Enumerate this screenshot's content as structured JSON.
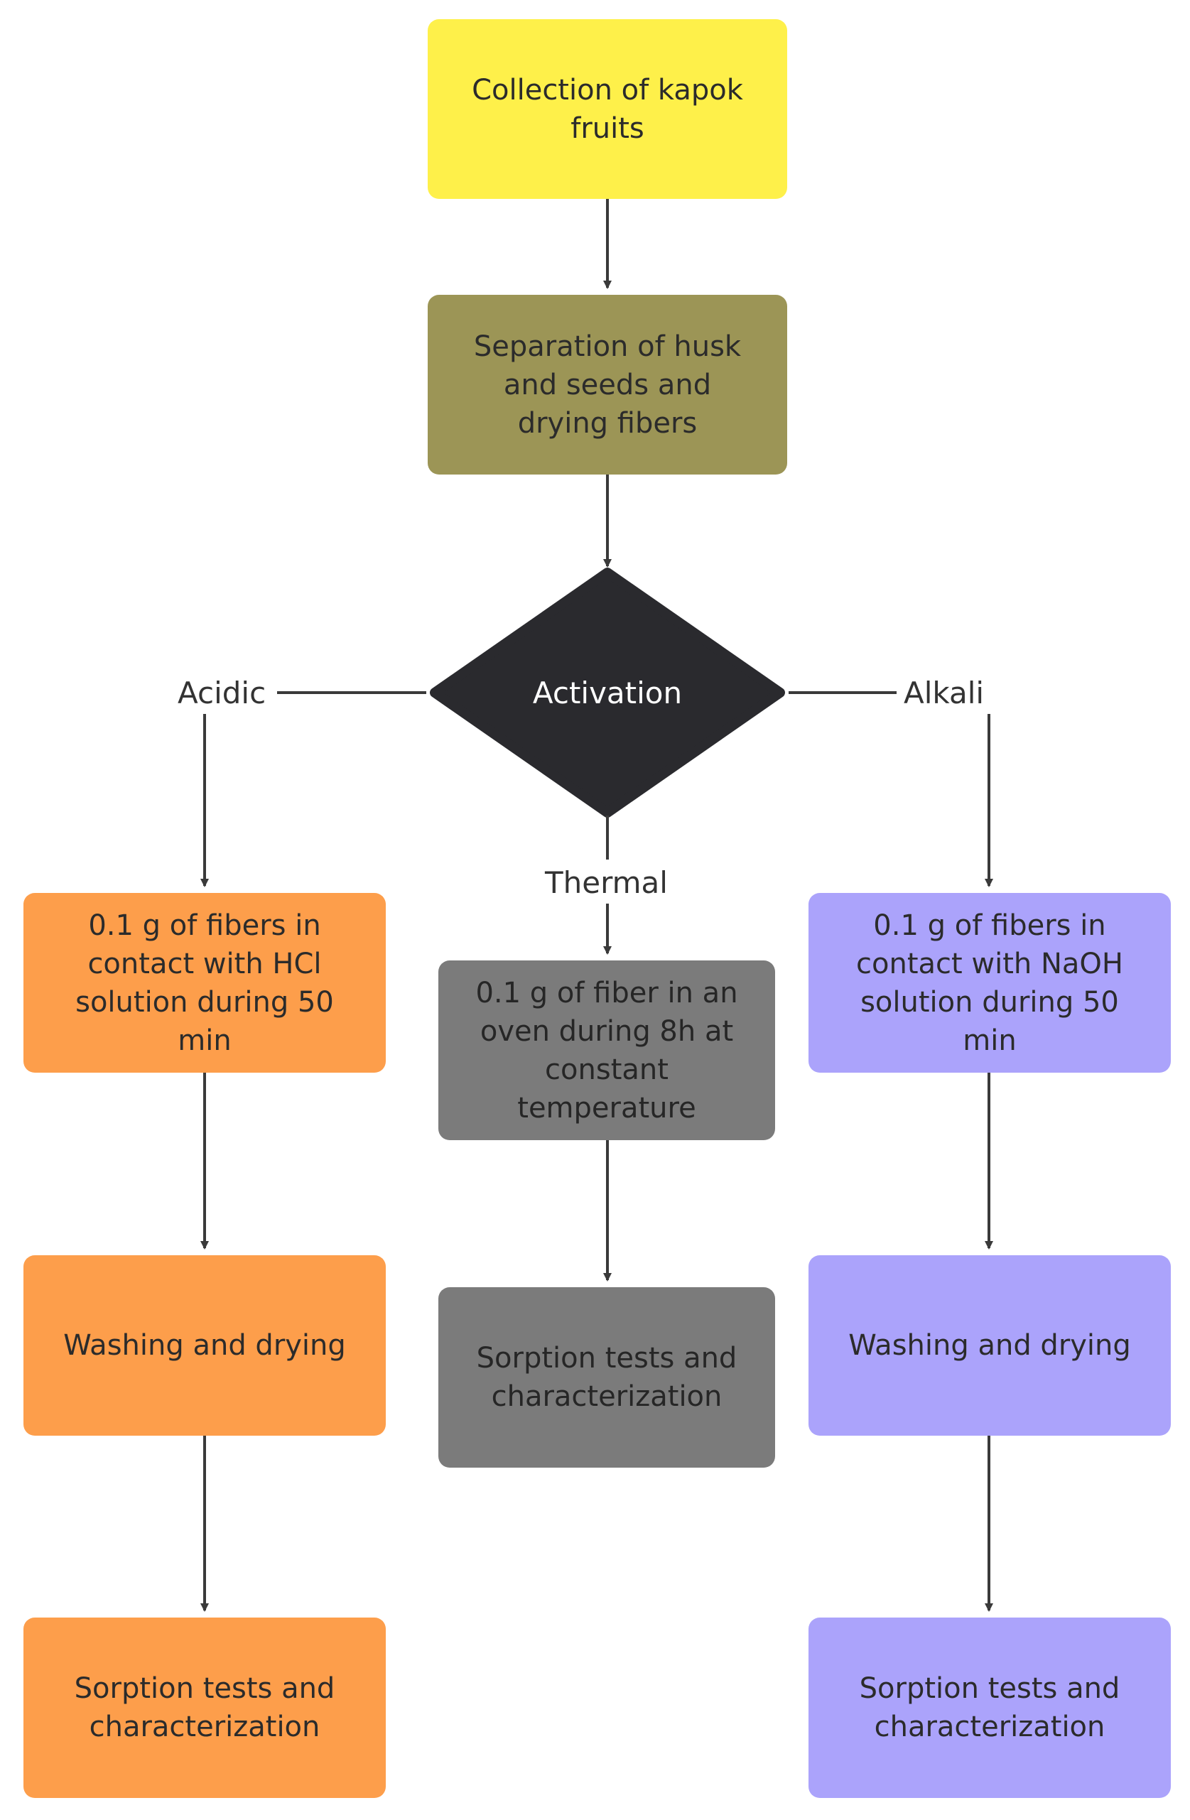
{
  "nodes": {
    "collection": "Collection of kapok\nfruits",
    "separation": "Separation of husk\nand seeds and\ndrying fibers",
    "activation": "Activation",
    "acid_contact": "0.1 g of fibers in\ncontact with HCl\nsolution during 50\nmin",
    "acid_wash": "Washing and drying",
    "acid_sorption": "Sorption tests and\ncharacterization",
    "thermal_oven": "0.1 g of fiber in an\noven during 8h at\nconstant\ntemperature",
    "thermal_sorption": "Sorption tests and\ncharacterization",
    "alkali_contact": "0.1 g of fibers in\ncontact with NaOH\nsolution during 50\nmin",
    "alkali_wash": "Washing and drying",
    "alkali_sorption": "Sorption tests and\ncharacterization"
  },
  "branch_labels": {
    "acidic": "Acidic",
    "thermal": "Thermal",
    "alkali": "Alkali"
  },
  "colors": {
    "collection": "#fef04a",
    "separation": "#9c9556",
    "activation": "#2a2a2e",
    "acidic": "#fd9e4b",
    "thermal": "#7b7b7b",
    "alkali": "#aba3fb",
    "line": "#3a3a3a"
  }
}
